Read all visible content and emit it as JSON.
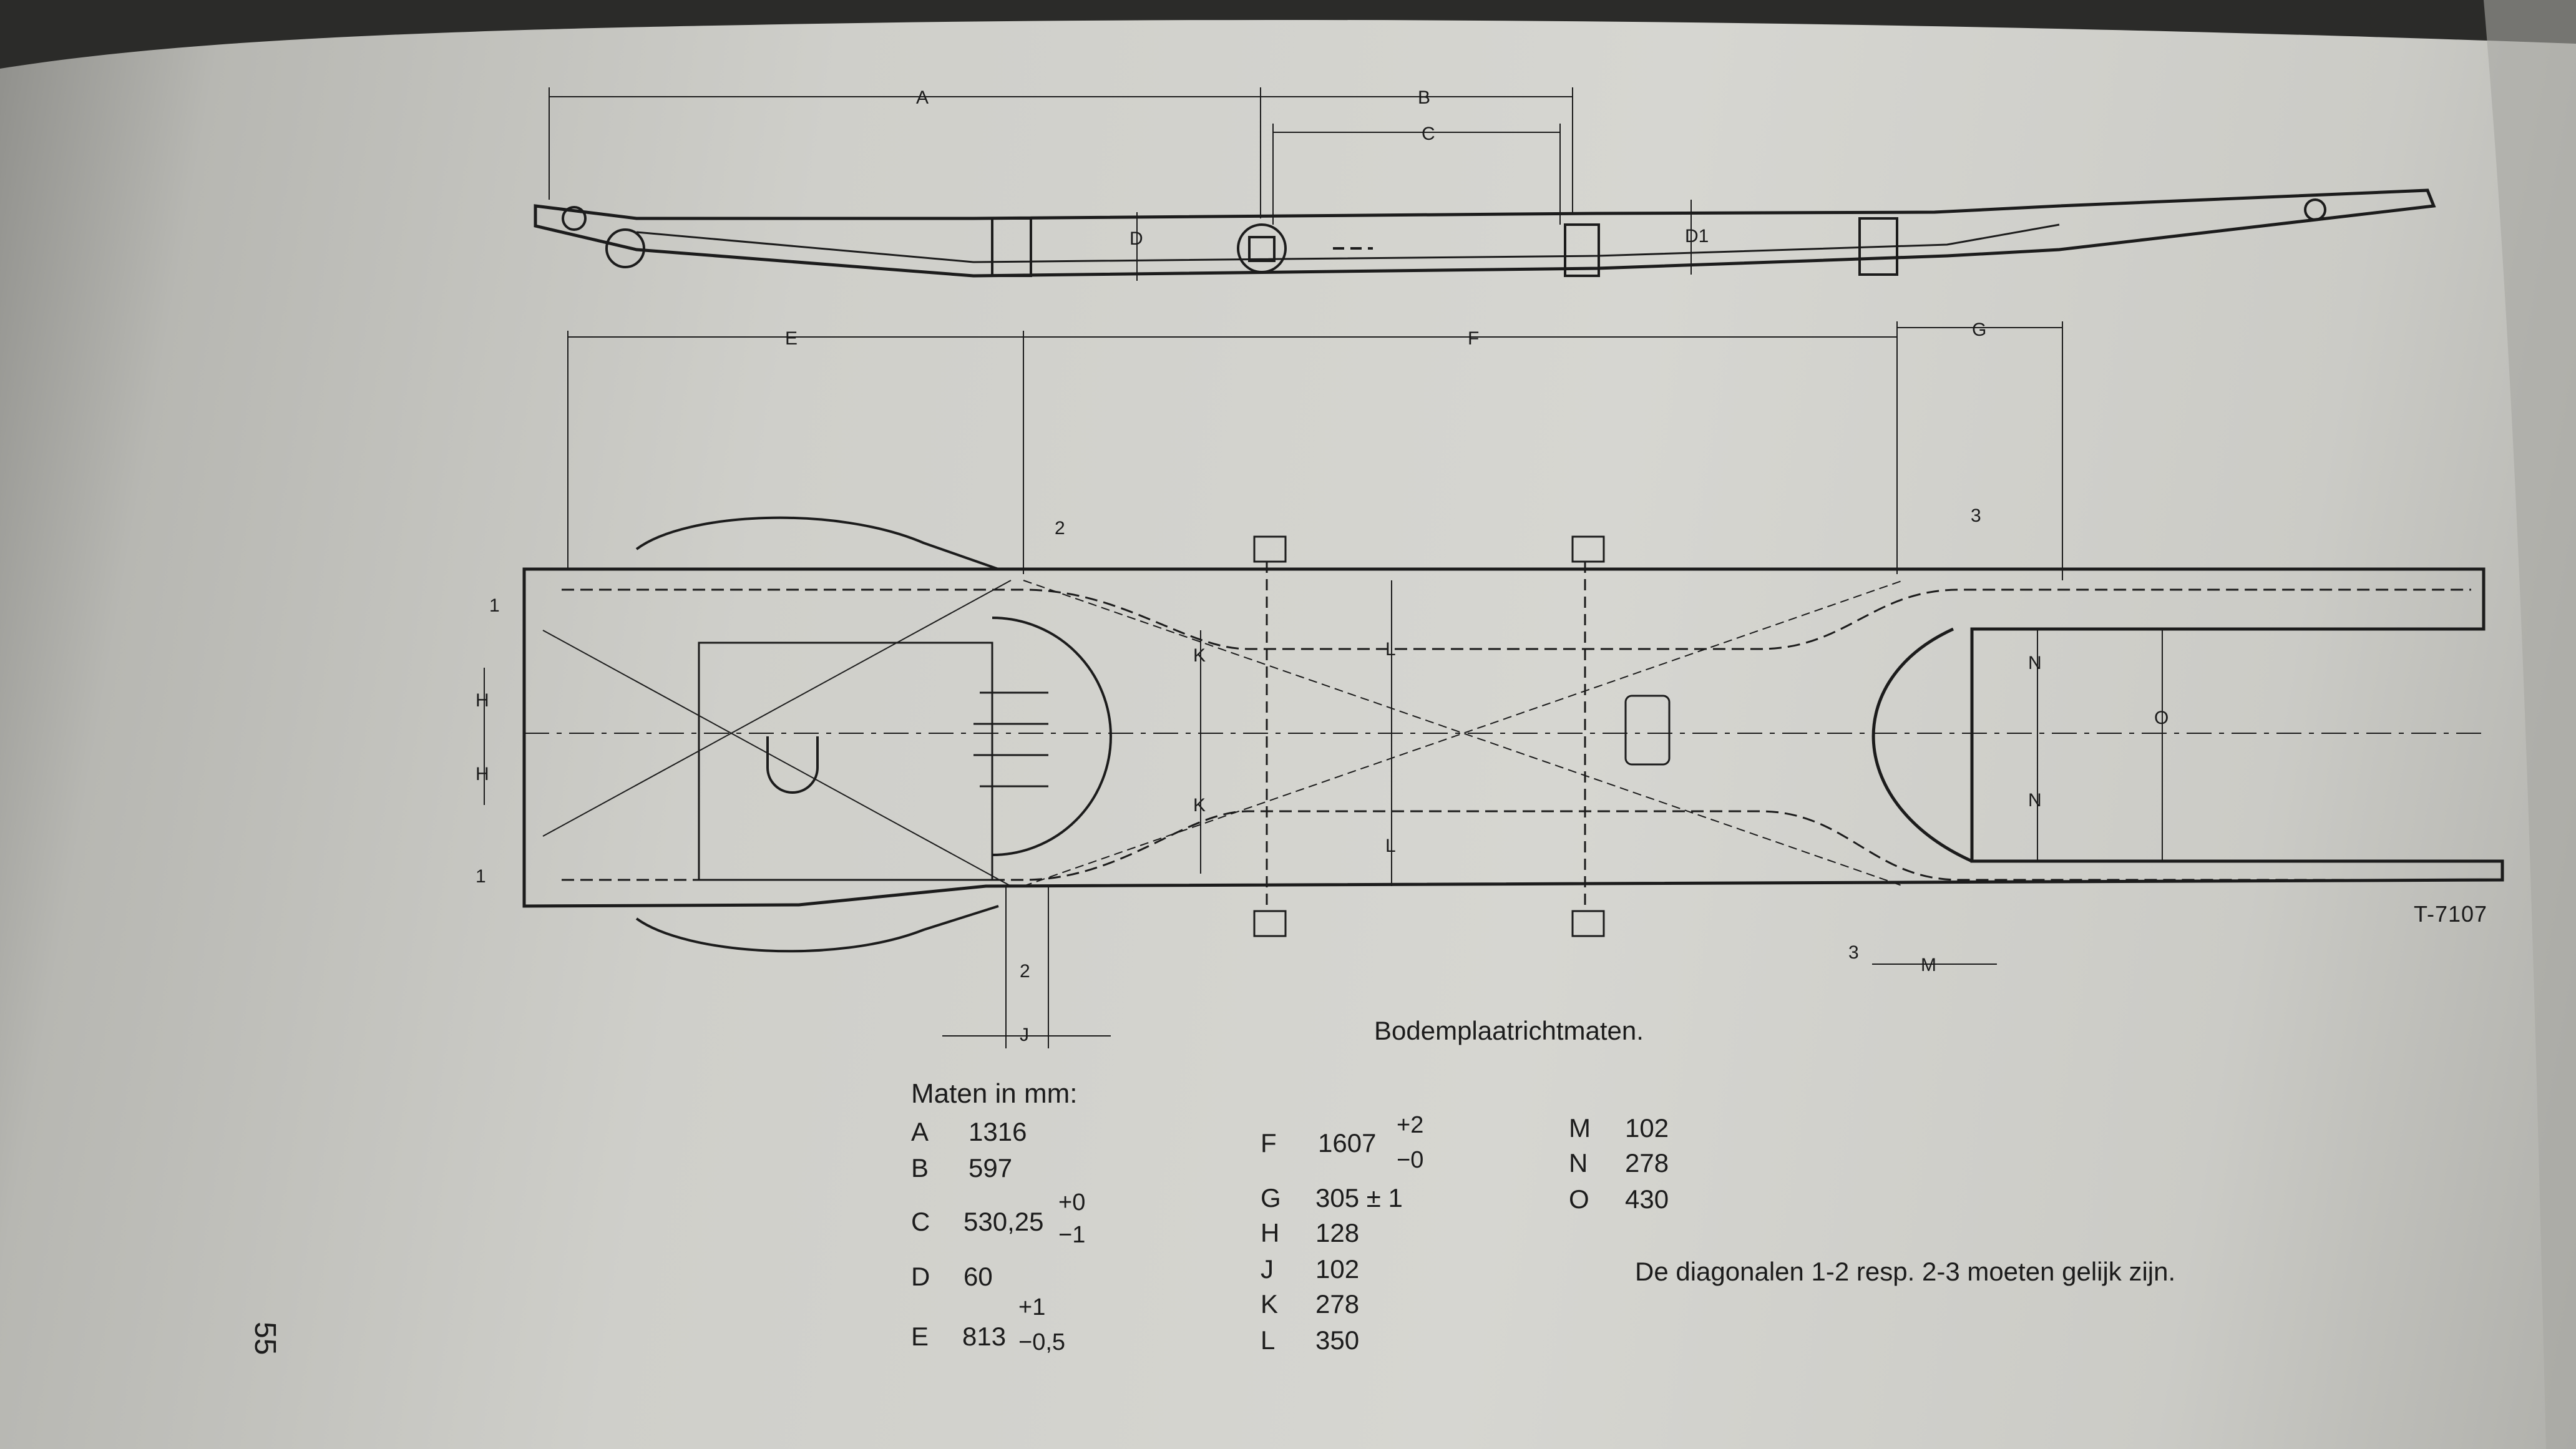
{
  "figure": {
    "code": "T-7107",
    "caption": "Bodemplaatrichtmaten.",
    "dimension_labels": [
      "A",
      "B",
      "C",
      "D",
      "D1",
      "E",
      "F",
      "G",
      "H",
      "J",
      "K",
      "L",
      "M",
      "N",
      "O"
    ],
    "point_labels": [
      "1",
      "1",
      "2",
      "2",
      "3",
      "3"
    ]
  },
  "measurements": {
    "units_label": "Maten in mm:",
    "col1": [
      {
        "label": "A",
        "value": "1316",
        "upper": "",
        "lower": ""
      },
      {
        "label": "B",
        "value": "597",
        "upper": "",
        "lower": ""
      },
      {
        "label": "C",
        "value": "530,25",
        "upper": "+0",
        "lower": "−1"
      },
      {
        "label": "D",
        "value": "60",
        "upper": "",
        "lower": ""
      },
      {
        "label": "E",
        "value": "813",
        "upper": "+1",
        "lower": "−0,5"
      }
    ],
    "col2": [
      {
        "label": "F",
        "value": "1607",
        "upper": "+2",
        "lower": "−0"
      },
      {
        "label": "G",
        "value": "305 ± 1",
        "upper": "",
        "lower": ""
      },
      {
        "label": "H",
        "value": "128",
        "upper": "",
        "lower": ""
      },
      {
        "label": "J",
        "value": "102",
        "upper": "",
        "lower": ""
      },
      {
        "label": "K",
        "value": "278",
        "upper": "",
        "lower": ""
      },
      {
        "label": "L",
        "value": "350",
        "upper": "",
        "lower": ""
      }
    ],
    "col3": [
      {
        "label": "M",
        "value": "102"
      },
      {
        "label": "N",
        "value": "278"
      },
      {
        "label": "O",
        "value": "430"
      }
    ]
  },
  "note": "De diagonalen 1-2 resp. 2-3 moeten gelijk zijn.",
  "page_number": "55"
}
